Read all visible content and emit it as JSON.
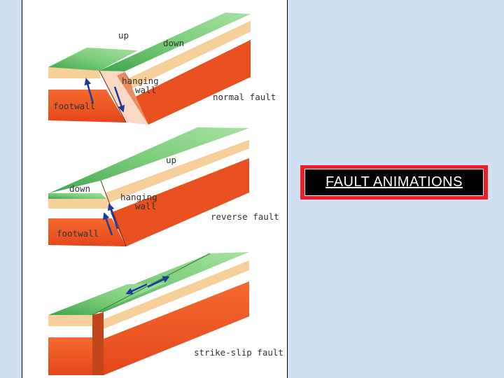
{
  "colors": {
    "page_background": "#cfe0f1",
    "ground_top": "#6cc46e",
    "sand_layer": "#f7cf9b",
    "clay_layer": "#f05a24",
    "arrow": "#1c3b9c",
    "button_border": "#ee1c24",
    "button_fill": "#000000"
  },
  "diagram_normal": {
    "label_up": "up",
    "label_down": "down",
    "label_hanging": "hanging",
    "label_wall": "wall",
    "label_footwall": "footwall",
    "caption": "normal fault"
  },
  "diagram_reverse": {
    "label_up": "up",
    "label_down": "down",
    "label_hanging": "hanging",
    "label_wall": "wall",
    "label_footwall": "footwall",
    "caption": "reverse fault"
  },
  "diagram_strike_slip": {
    "caption": "strike-slip fault"
  },
  "link_button": {
    "label": "FAULT ANIMATIONS"
  }
}
